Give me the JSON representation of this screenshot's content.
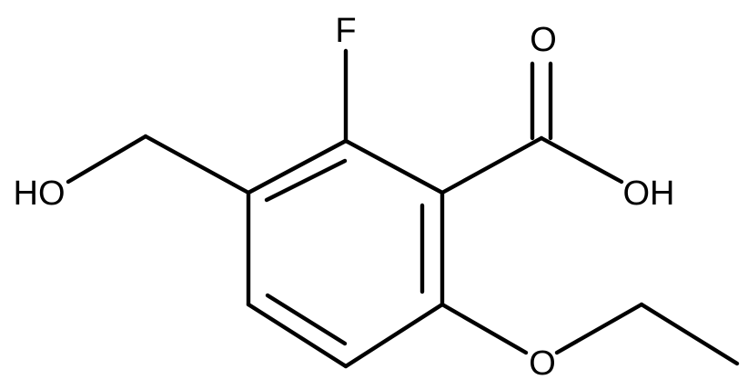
{
  "molecule": {
    "atoms": {
      "fluorine": "F",
      "carbonyl_oxygen": "O",
      "acid_hydroxyl": "OH",
      "hydroxymethyl_oxygen": "HO",
      "ether_oxygen": "O"
    },
    "colors": {
      "bond": "#000000",
      "label": "#000000",
      "background": "#ffffff"
    }
  }
}
